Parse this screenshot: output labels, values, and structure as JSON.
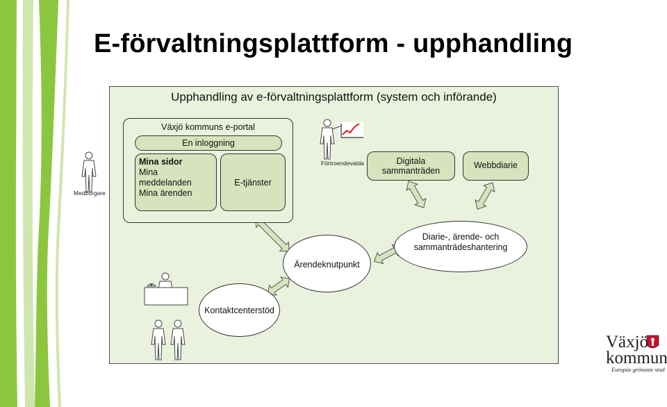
{
  "title": "E-förvaltningsplattform - upphandling",
  "panel_title": "Upphandling av e-förvaltningsplattform (system och införande)",
  "portal": {
    "title": "Växjö kommuns e-portal",
    "login": "En inloggning",
    "mina_sidor": "Mina sidor",
    "mina_meddelanden": "Mina meddelanden",
    "mina_arenden": "Mina ärenden",
    "etjanster": "E-tjänster"
  },
  "medborgare": "Medborgare",
  "fortroendevalda": "Förtroendevalda",
  "digitala_line1": "Digitala",
  "digitala_line2": "sammanträden",
  "webbdiarie": "Webbdiarie",
  "diarie_line1": "Diarie-, ärende- och",
  "diarie_line2": "sammanträdeshantering",
  "arendeknutpunkt": "Ärendeknutpunkt",
  "kontaktcenterstod": "Kontaktcenterstöd",
  "logo": {
    "line1": "Växjö",
    "line2": "kommun",
    "tagline": "Europas grönaste stad"
  },
  "colors": {
    "panel_bg": "#eaf1dd",
    "box_fill": "#d6e3bc",
    "stripe_green": "#8cc63f",
    "stripe_light": "#cfe6ae"
  }
}
